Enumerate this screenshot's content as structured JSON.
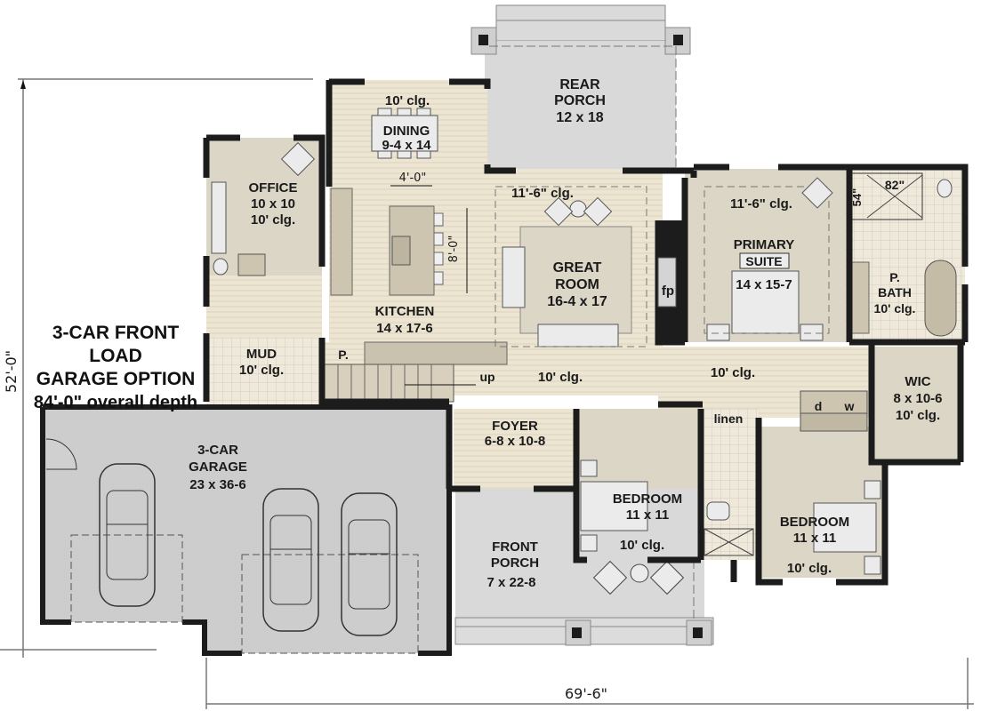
{
  "plan": {
    "callout": {
      "line1": "3-CAR FRONT LOAD",
      "line2": "GARAGE OPTION",
      "line3": "84'-0\" overall depth"
    },
    "dimensions": {
      "width": "69'-6\"",
      "depth": "52'-0\"",
      "island_width": "4'-0\"",
      "island_length": "8'-0\""
    },
    "rooms": {
      "rear_porch": {
        "name_1": "REAR",
        "name_2": "PORCH",
        "size": "12 x 18"
      },
      "dining": {
        "ceiling": "10' clg.",
        "name": "DINING",
        "size": "9-4 x 14"
      },
      "office": {
        "name": "OFFICE",
        "size": "10 x 10",
        "ceiling": "10' clg."
      },
      "great_room": {
        "ceiling": "11'-6\" clg.",
        "name_1": "GREAT",
        "name_2": "ROOM",
        "size": "16-4 x 17",
        "fireplace": "fp"
      },
      "primary_suite": {
        "ceiling": "11'-6\" clg.",
        "name_1": "PRIMARY",
        "name_2": "SUITE",
        "size": "14 x 15-7"
      },
      "primary_bath": {
        "name_1": "P.",
        "name_2": "BATH",
        "ceiling": "10' clg.",
        "shower_w": "82\"",
        "shower_d": "54\""
      },
      "kitchen": {
        "name": "KITCHEN",
        "size": "14 x 17-6",
        "pantry": "P."
      },
      "mud": {
        "name": "MUD",
        "ceiling": "10' clg."
      },
      "hall": {
        "ceiling": "10' clg.",
        "stair": "up"
      },
      "bed_hall": {
        "ceiling": "10' clg.",
        "linen": "linen",
        "dryer": "d",
        "washer": "w"
      },
      "wic": {
        "name": "WIC",
        "size": "8 x 10-6",
        "ceiling": "10' clg."
      },
      "foyer": {
        "name": "FOYER",
        "size": "6-8 x 10-8"
      },
      "garage": {
        "name_1": "3-CAR",
        "name_2": "GARAGE",
        "size": "23 x 36-6"
      },
      "bedroom_1": {
        "name": "BEDROOM",
        "size": "11 x 11",
        "ceiling": "10' clg."
      },
      "bedroom_2": {
        "name": "BEDROOM",
        "size": "11 x 11",
        "ceiling": "10' clg."
      },
      "front_porch": {
        "name_1": "FRONT",
        "name_2": "PORCH",
        "size": "7 x 22-8"
      }
    }
  },
  "colors": {
    "wall": "#1c1c1c",
    "wood_floor": "#e9e2cf",
    "carpet": "#dcd6c6",
    "tile": "#ece7da",
    "porch": "#d9d9d9",
    "garage": "#c9c9c9",
    "furniture": "#ebebeb",
    "cabinet": "#c9c2ae"
  }
}
